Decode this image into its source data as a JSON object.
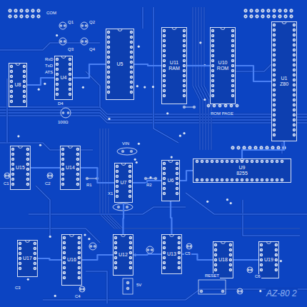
{
  "diagram": {
    "nodes": [
      {
        "text": [
          "U8"
        ]
      },
      {
        "text": [
          "U4"
        ]
      },
      {
        "text": [
          "U5"
        ]
      },
      {
        "text": [
          "U11",
          "RAM"
        ]
      },
      {
        "text": [
          "U10",
          "ROM"
        ]
      },
      {
        "text": [
          "U1",
          "Z80"
        ]
      },
      {
        "text": [
          "U15"
        ]
      },
      {
        "text": [
          "U14"
        ]
      },
      {
        "text": [
          "U7"
        ]
      },
      {
        "text": [
          "U6"
        ]
      },
      {
        "text": [
          "U9",
          "8255"
        ]
      },
      {
        "text": [
          "U17"
        ]
      },
      {
        "text": [
          "U16"
        ]
      },
      {
        "text": [
          "U12"
        ]
      },
      {
        "text": [
          "U13"
        ]
      },
      {
        "text": [
          "U18"
        ]
      },
      {
        "text": [
          "U19"
        ]
      }
    ],
    "edges": [
      {
        "from": 0,
        "to": 1,
        "arrow": "none"
      },
      {
        "from": 1,
        "to": 2,
        "arrow": "none"
      },
      {
        "from": 2,
        "to": 3,
        "arrow": "none"
      },
      {
        "from": 3,
        "to": 4,
        "arrow": "none"
      },
      {
        "from": 4,
        "to": 5,
        "arrow": "none"
      },
      {
        "from": 5,
        "to": 10,
        "arrow": "none"
      },
      {
        "from": 10,
        "to": 9,
        "arrow": "none"
      },
      {
        "from": 9,
        "to": 8,
        "arrow": "none"
      },
      {
        "from": 8,
        "to": 7,
        "arrow": "none"
      },
      {
        "from": 7,
        "to": 6,
        "arrow": "none"
      },
      {
        "from": 11,
        "to": 12,
        "arrow": "none"
      },
      {
        "from": 12,
        "to": 13,
        "arrow": "none"
      },
      {
        "from": 13,
        "to": 14,
        "arrow": "none"
      },
      {
        "from": 14,
        "to": 15,
        "arrow": "none"
      },
      {
        "from": 15,
        "to": 16,
        "arrow": "none"
      },
      {
        "from": 9,
        "to": 14,
        "arrow": "none"
      },
      {
        "from": 8,
        "to": 13,
        "arrow": "none"
      }
    ],
    "labels": [
      "COM",
      "RxD",
      "TxD",
      "ATS",
      "Q1",
      "Q2",
      "Q3",
      "Q4",
      "D4",
      "100Ω",
      "VIN",
      "X1",
      "ROM PAGE",
      "RESET",
      "5V",
      "AZ-80 2",
      "C1",
      "C2",
      "C3",
      "C4",
      "C5",
      "C6",
      "R1",
      "R2"
    ]
  }
}
